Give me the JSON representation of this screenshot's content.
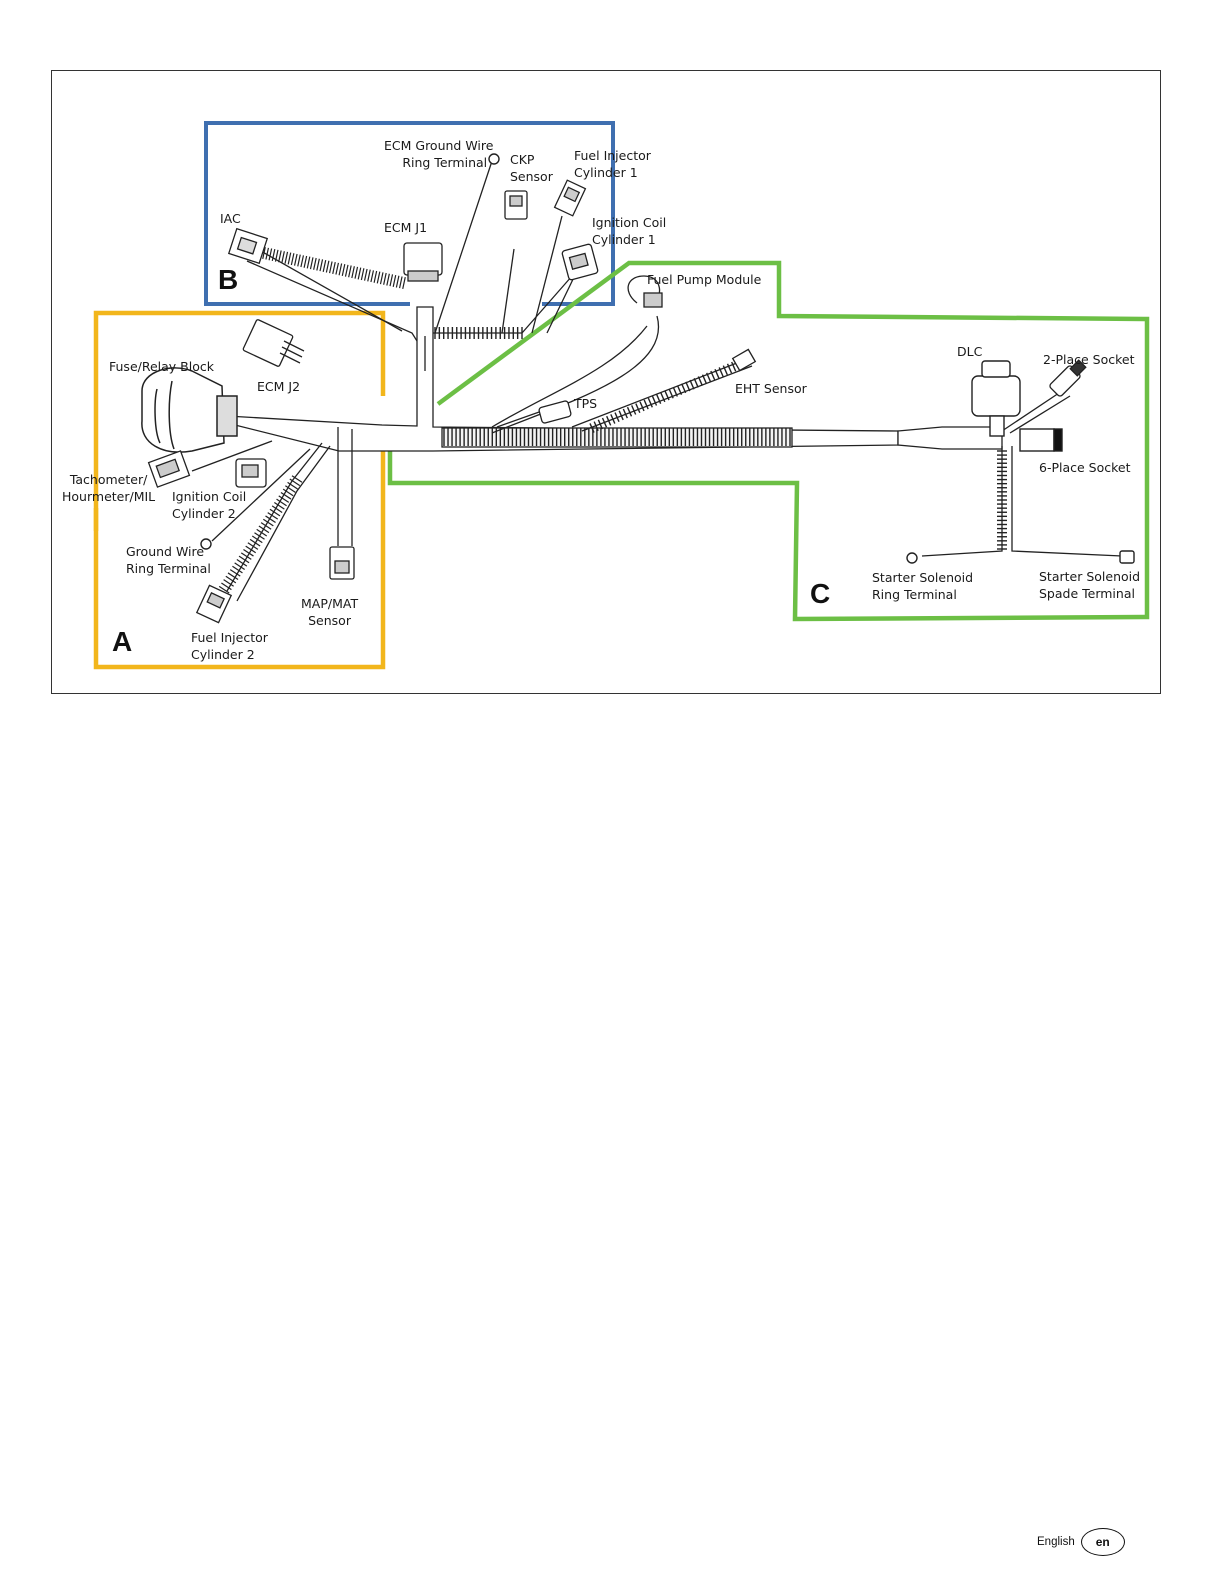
{
  "zones": {
    "a": {
      "letter": "A",
      "color": "#f2b61c"
    },
    "b": {
      "letter": "B",
      "color": "#3f6fb0"
    },
    "c": {
      "letter": "C",
      "color": "#6cbf45"
    }
  },
  "labels": {
    "ecm_ground_wire": [
      "ECM Ground Wire",
      "Ring Terminal"
    ],
    "ckp_sensor": [
      "CKP",
      "Sensor"
    ],
    "fuel_injector_1": [
      "Fuel Injector",
      "Cylinder 1"
    ],
    "iac": [
      "IAC"
    ],
    "ecm_j1": [
      "ECM J1"
    ],
    "ignition_coil_1": [
      "Ignition Coil",
      "Cylinder 1"
    ],
    "fuel_pump_module": [
      "Fuel Pump Module"
    ],
    "fuse_relay_block": [
      "Fuse/Relay Block"
    ],
    "ecm_j2": [
      "ECM J2"
    ],
    "dlc": [
      "DLC"
    ],
    "two_place_socket": [
      "2-Place Socket"
    ],
    "tps": [
      "TPS"
    ],
    "eht_sensor": [
      "EHT Sensor"
    ],
    "tachometer": [
      "Tachometer/",
      "Hourmeter/MIL"
    ],
    "ignition_coil_2": [
      "Ignition Coil",
      "Cylinder 2"
    ],
    "six_place_socket": [
      "6-Place Socket"
    ],
    "ground_wire": [
      "Ground Wire",
      "Ring Terminal"
    ],
    "map_mat_sensor": [
      "MAP/MAT",
      "Sensor"
    ],
    "fuel_injector_2": [
      "Fuel Injector",
      "Cylinder 2"
    ],
    "starter_ring": [
      "Starter Solenoid",
      "Ring Terminal"
    ],
    "starter_spade": [
      "Starter Solenoid",
      "Spade Terminal"
    ]
  },
  "footer": {
    "language": "English",
    "code": "en"
  },
  "colors": {
    "wire": "#222222",
    "harness_fill": "#ffffff"
  }
}
